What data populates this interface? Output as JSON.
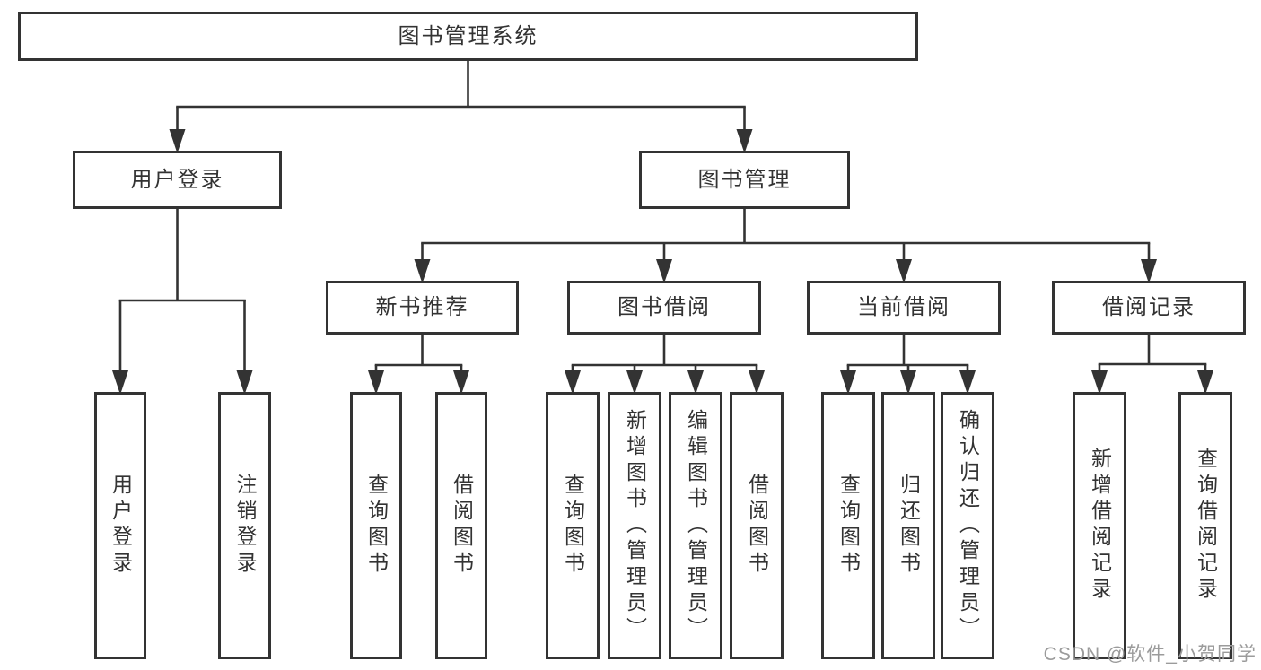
{
  "diagram": {
    "nodes": [
      {
        "id": "root",
        "label": "图书管理系统"
      },
      {
        "id": "user-login",
        "label": "用户登录",
        "parent": "root"
      },
      {
        "id": "book-mgmt",
        "label": "图书管理",
        "parent": "root"
      },
      {
        "id": "login",
        "label": "用户登录",
        "parent": "user-login",
        "vertical": true
      },
      {
        "id": "logout",
        "label": "注销登录",
        "parent": "user-login",
        "vertical": true
      },
      {
        "id": "new-book-rec",
        "label": "新书推荐",
        "parent": "book-mgmt"
      },
      {
        "id": "book-borrow",
        "label": "图书借阅",
        "parent": "book-mgmt"
      },
      {
        "id": "current-borrow",
        "label": "当前借阅",
        "parent": "book-mgmt"
      },
      {
        "id": "borrow-records",
        "label": "借阅记录",
        "parent": "book-mgmt"
      },
      {
        "id": "rec-query-book",
        "label": "查询图书",
        "parent": "new-book-rec",
        "vertical": true
      },
      {
        "id": "rec-borrow-book",
        "label": "借阅图书",
        "parent": "new-book-rec",
        "vertical": true
      },
      {
        "id": "bb-query-book",
        "label": "查询图书",
        "parent": "book-borrow",
        "vertical": true
      },
      {
        "id": "bb-add-book",
        "label": "新增图书（管理员）",
        "parent": "book-borrow",
        "vertical": true
      },
      {
        "id": "bb-edit-book",
        "label": "编辑图书（管理员）",
        "parent": "book-borrow",
        "vertical": true
      },
      {
        "id": "bb-borrow-book",
        "label": "借阅图书",
        "parent": "book-borrow",
        "vertical": true
      },
      {
        "id": "cb-query-book",
        "label": "查询图书",
        "parent": "current-borrow",
        "vertical": true
      },
      {
        "id": "cb-return-book",
        "label": "归还图书",
        "parent": "current-borrow",
        "vertical": true
      },
      {
        "id": "cb-confirm-return",
        "label": "确认归还（管理员）",
        "parent": "current-borrow",
        "vertical": true
      },
      {
        "id": "br-add-record",
        "label": "新增借阅记录",
        "parent": "borrow-records",
        "vertical": true
      },
      {
        "id": "br-query-record",
        "label": "查询借阅记录",
        "parent": "borrow-records",
        "vertical": true
      }
    ]
  },
  "watermark": {
    "text": "CSDN @软件_小贺同学"
  },
  "colors": {
    "line": "#333333",
    "text": "#333333",
    "background": "#ffffff",
    "watermark": "#9b9b9b"
  }
}
